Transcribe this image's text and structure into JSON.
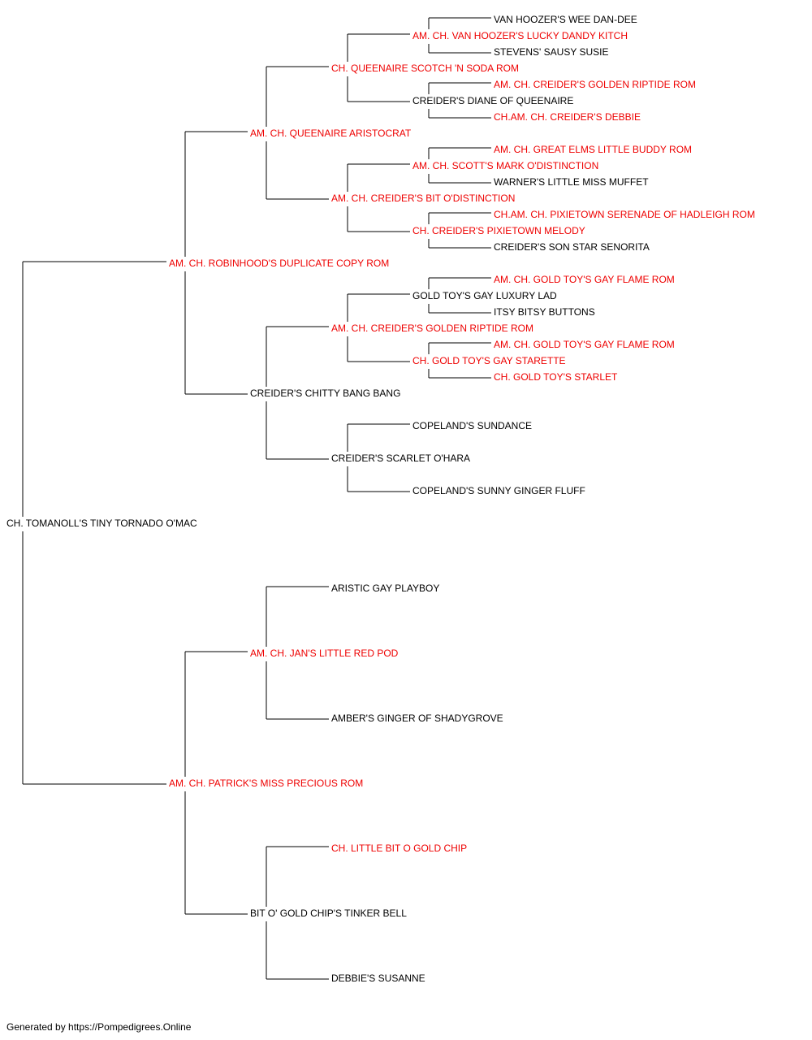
{
  "pedigree": {
    "root": {
      "name": "CH. TOMANOLL'S TINY TORNADO O'MAC",
      "titled": false
    },
    "sire": {
      "name": "AM. CH. ROBINHOOD'S DUPLICATE COPY ROM",
      "titled": true
    },
    "dam": {
      "name": "AM. CH. PATRICK'S MISS PRECIOUS ROM",
      "titled": true
    },
    "sire_sire": {
      "name": "AM. CH. QUEENAIRE ARISTOCRAT",
      "titled": true
    },
    "sire_dam": {
      "name": "CREIDER'S CHITTY BANG BANG",
      "titled": false
    },
    "dam_sire": {
      "name": "AM. CH. JAN'S LITTLE RED POD",
      "titled": true
    },
    "dam_dam": {
      "name": "BIT O' GOLD CHIP'S TINKER BELL",
      "titled": false
    },
    "g3": [
      {
        "name": "CH. QUEENAIRE SCOTCH 'N SODA ROM",
        "titled": true
      },
      {
        "name": "AM. CH. CREIDER'S BIT O'DISTINCTION",
        "titled": true
      },
      {
        "name": "AM. CH. CREIDER'S GOLDEN RIPTIDE ROM",
        "titled": true
      },
      {
        "name": "CREIDER'S SCARLET O'HARA",
        "titled": false
      },
      {
        "name": "ARISTIC GAY PLAYBOY",
        "titled": false
      },
      {
        "name": "AMBER'S GINGER OF SHADYGROVE",
        "titled": false
      },
      {
        "name": "CH. LITTLE BIT O GOLD CHIP",
        "titled": true
      },
      {
        "name": "DEBBIE'S SUSANNE",
        "titled": false
      }
    ],
    "g4": [
      {
        "name": "AM. CH. VAN HOOZER'S LUCKY DANDY KITCH",
        "titled": true
      },
      {
        "name": "CREIDER'S DIANE OF QUEENAIRE",
        "titled": false
      },
      {
        "name": "AM. CH. SCOTT'S MARK O'DISTINCTION",
        "titled": true
      },
      {
        "name": "CH. CREIDER'S PIXIETOWN MELODY",
        "titled": true
      },
      {
        "name": "GOLD TOY'S GAY LUXURY LAD",
        "titled": false
      },
      {
        "name": "CH. GOLD TOY'S GAY STARETTE",
        "titled": true
      },
      {
        "name": "COPELAND'S SUNDANCE",
        "titled": false
      },
      {
        "name": "COPELAND'S SUNNY GINGER FLUFF",
        "titled": false
      }
    ],
    "g5": [
      {
        "name": "VAN HOOZER'S WEE DAN-DEE",
        "titled": false
      },
      {
        "name": "STEVENS' SAUSY SUSIE",
        "titled": false
      },
      {
        "name": "AM. CH. CREIDER'S GOLDEN RIPTIDE ROM",
        "titled": true
      },
      {
        "name": "CH.AM. CH. CREIDER'S DEBBIE",
        "titled": true
      },
      {
        "name": "AM. CH. GREAT ELMS LITTLE BUDDY ROM",
        "titled": true
      },
      {
        "name": "WARNER'S LITTLE MISS MUFFET",
        "titled": false
      },
      {
        "name": "CH.AM. CH. PIXIETOWN SERENADE OF HADLEIGH ROM",
        "titled": true
      },
      {
        "name": "CREIDER'S SON STAR SENORITA",
        "titled": false
      },
      {
        "name": "AM. CH. GOLD TOY'S GAY FLAME ROM",
        "titled": true
      },
      {
        "name": "ITSY BITSY BUTTONS",
        "titled": false
      },
      {
        "name": "AM. CH. GOLD TOY'S GAY FLAME ROM",
        "titled": true
      },
      {
        "name": "CH. GOLD TOY'S STARLET",
        "titled": true
      }
    ]
  },
  "footer": "Generated by https://Pompedigrees.Online",
  "colors": {
    "titled": "#ee0000",
    "untitled": "#000000",
    "line": "#000000"
  }
}
